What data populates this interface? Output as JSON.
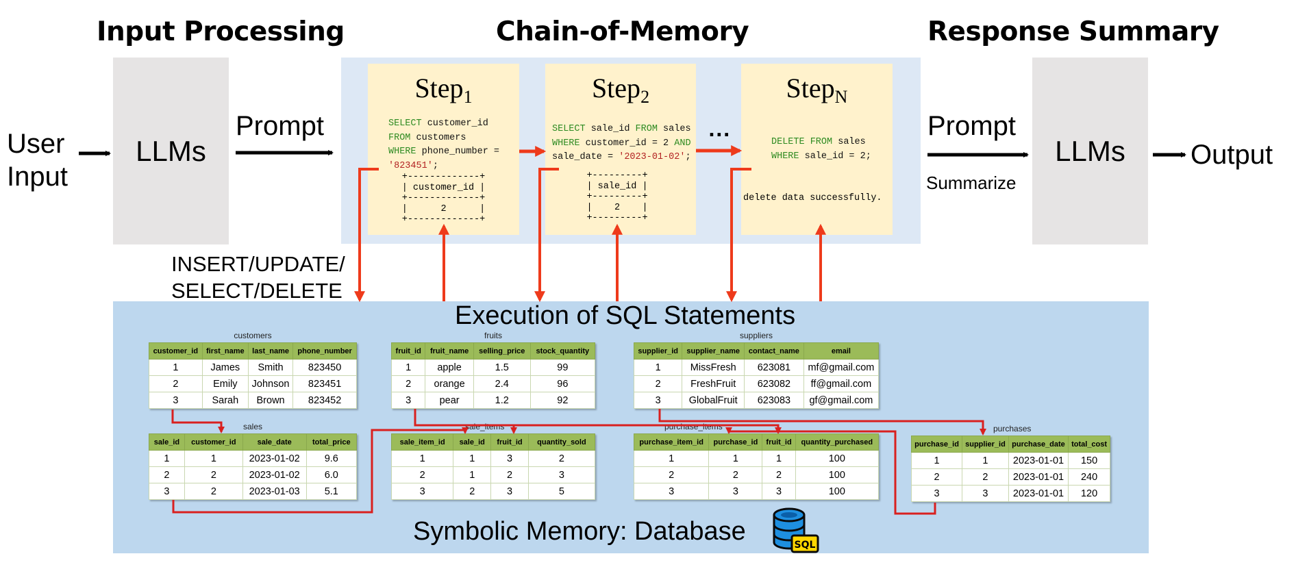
{
  "headings": {
    "input_processing": "Input Processing",
    "chain_of_memory": "Chain-of-Memory",
    "response_summary": "Response Summary"
  },
  "left": {
    "user_input_line1": "User",
    "user_input_line2": "Input",
    "llm_label": "LLMs",
    "prompt_label": "Prompt",
    "sql_ops_line1": "INSERT/UPDATE/",
    "sql_ops_line2": "SELECT/DELETE"
  },
  "right": {
    "prompt_label": "Prompt",
    "summarize_label": "Summarize",
    "llm_label": "LLMs",
    "output_label": "Output"
  },
  "colors": {
    "keyword": "#2e8b22",
    "string": "#b22222",
    "plain": "#111111",
    "arrow_red": "#ee3a1b",
    "fk_line_red": "#d9201f",
    "card_bg": "#fff2cc",
    "table_header": "#9bbb59"
  },
  "steps": [
    {
      "title": "Step",
      "subscript": "1",
      "code": [
        [
          {
            "t": "SELECT",
            "c": "keyword"
          },
          {
            "t": " customer_id",
            "c": "plain"
          }
        ],
        [
          {
            "t": "FROM",
            "c": "keyword"
          },
          {
            "t": " customers",
            "c": "plain"
          }
        ],
        [
          {
            "t": "WHERE",
            "c": "keyword"
          },
          {
            "t": " phone_number =",
            "c": "plain"
          }
        ],
        [
          {
            "t": "'823451'",
            "c": "string"
          },
          {
            "t": ";",
            "c": "plain"
          }
        ]
      ],
      "result": [
        "+-------------+",
        "| customer_id |",
        "+-------------+",
        "|      2      |",
        "+-------------+"
      ]
    },
    {
      "title": "Step",
      "subscript": "2",
      "code": [
        [
          {
            "t": "SELECT",
            "c": "keyword"
          },
          {
            "t": " sale_id ",
            "c": "plain"
          },
          {
            "t": "FROM",
            "c": "keyword"
          },
          {
            "t": " sales",
            "c": "plain"
          }
        ],
        [
          {
            "t": "WHERE",
            "c": "keyword"
          },
          {
            "t": " customer_id = 2 ",
            "c": "plain"
          },
          {
            "t": "AND",
            "c": "keyword"
          }
        ],
        [
          {
            "t": "sale_date = ",
            "c": "plain"
          },
          {
            "t": "'2023-01-02'",
            "c": "string"
          },
          {
            "t": ";",
            "c": "plain"
          }
        ]
      ],
      "result": [
        "+---------+",
        "| sale_id |",
        "+---------+",
        "|    2    |",
        "+---------+"
      ]
    },
    {
      "title": "Step",
      "subscript": "N",
      "code": [
        [
          {
            "t": "DELETE FROM",
            "c": "keyword"
          },
          {
            "t": " sales",
            "c": "plain"
          }
        ],
        [
          {
            "t": "WHERE",
            "c": "keyword"
          },
          {
            "t": " sale_id = 2;",
            "c": "plain"
          }
        ]
      ],
      "result_text": "delete data successfully."
    }
  ],
  "ellipsis": "...",
  "database": {
    "title": "Execution of SQL Statements",
    "footer": "Symbolic Memory: Database",
    "icon": "database-sql-icon",
    "icon_label": "SQL",
    "tables": [
      {
        "name": "customers",
        "columns": [
          "customer_id",
          "first_name",
          "last_name",
          "phone_number"
        ],
        "rows": [
          [
            "1",
            "James",
            "Smith",
            "823450"
          ],
          [
            "2",
            "Emily",
            "Johnson",
            "823451"
          ],
          [
            "3",
            "Sarah",
            "Brown",
            "823452"
          ]
        ]
      },
      {
        "name": "fruits",
        "columns": [
          "fruit_id",
          "fruit_name",
          "selling_price",
          "stock_quantity"
        ],
        "rows": [
          [
            "1",
            "apple",
            "1.5",
            "99"
          ],
          [
            "2",
            "orange",
            "2.4",
            "96"
          ],
          [
            "3",
            "pear",
            "1.2",
            "92"
          ]
        ]
      },
      {
        "name": "suppliers",
        "columns": [
          "supplier_id",
          "supplier_name",
          "contact_name",
          "email"
        ],
        "rows": [
          [
            "1",
            "MissFresh",
            "623081",
            "mf@gmail.com"
          ],
          [
            "2",
            "FreshFruit",
            "623082",
            "ff@gmail.com"
          ],
          [
            "3",
            "GlobalFruit",
            "623083",
            "gf@gmail.com"
          ]
        ]
      },
      {
        "name": "sales",
        "columns": [
          "sale_id",
          "customer_id",
          "sale_date",
          "total_price"
        ],
        "rows": [
          [
            "1",
            "1",
            "2023-01-02",
            "9.6"
          ],
          [
            "2",
            "2",
            "2023-01-02",
            "6.0"
          ],
          [
            "3",
            "2",
            "2023-01-03",
            "5.1"
          ]
        ]
      },
      {
        "name": "sale_items",
        "columns": [
          "sale_item_id",
          "sale_id",
          "fruit_id",
          "quantity_sold"
        ],
        "rows": [
          [
            "1",
            "1",
            "3",
            "2"
          ],
          [
            "2",
            "1",
            "2",
            "3"
          ],
          [
            "3",
            "2",
            "3",
            "5"
          ]
        ]
      },
      {
        "name": "purchase_items",
        "columns": [
          "purchase_item_id",
          "purchase_id",
          "fruit_id",
          "quantity_purchased"
        ],
        "rows": [
          [
            "1",
            "1",
            "1",
            "100"
          ],
          [
            "2",
            "2",
            "2",
            "100"
          ],
          [
            "3",
            "3",
            "3",
            "100"
          ]
        ]
      },
      {
        "name": "purchases",
        "columns": [
          "purchase_id",
          "supplier_id",
          "purchase_date",
          "total_cost"
        ],
        "rows": [
          [
            "1",
            "1",
            "2023-01-01",
            "150"
          ],
          [
            "2",
            "2",
            "2023-01-01",
            "240"
          ],
          [
            "3",
            "3",
            "2023-01-01",
            "120"
          ]
        ]
      }
    ]
  }
}
